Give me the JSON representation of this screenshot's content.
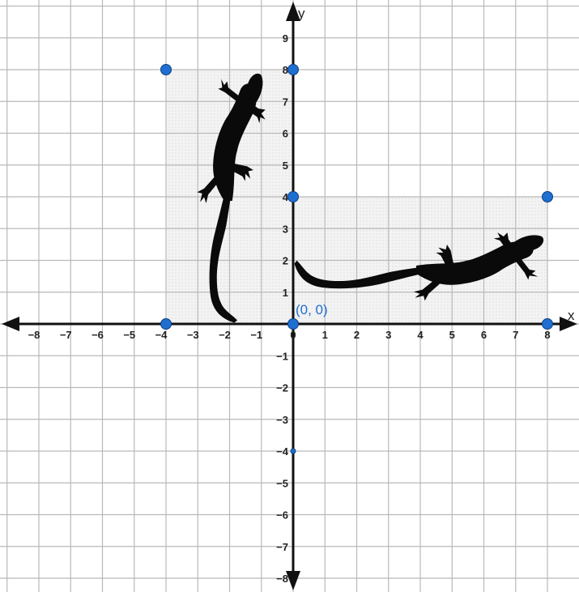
{
  "axes": {
    "x_label": "x",
    "y_label": "y",
    "x_range": [
      -8,
      8
    ],
    "y_range": [
      -8,
      9
    ],
    "x_ticks": [
      "−8",
      "−7",
      "−6",
      "−5",
      "−4",
      "−3",
      "−2",
      "−1",
      "0",
      "1",
      "2",
      "3",
      "4",
      "5",
      "6",
      "7",
      "8"
    ],
    "y_ticks_pos": [
      "1",
      "2",
      "3",
      "4",
      "5",
      "6",
      "7",
      "8",
      "9"
    ],
    "y_ticks_neg": [
      "−1",
      "−2",
      "−3",
      "−4",
      "−5",
      "−6",
      "−7",
      "−8"
    ],
    "grid": true
  },
  "origin_label": "(0, 0)",
  "colors": {
    "point": "#1f6fd1",
    "point_stroke": "#0d3f82",
    "axis": "#111111",
    "grid": "#b9b9b9",
    "shaded_region": "#e9e9e9",
    "lizard": "#0a0a0a",
    "origin_label": "#1f6fd1"
  },
  "chart_data": {
    "type": "scatter",
    "points": [
      {
        "x": -4,
        "y": 8
      },
      {
        "x": 0,
        "y": 8
      },
      {
        "x": 0,
        "y": 4
      },
      {
        "x": 8,
        "y": 4
      },
      {
        "x": -4,
        "y": 0
      },
      {
        "x": 0,
        "y": 0
      },
      {
        "x": 8,
        "y": 0
      },
      {
        "x": 0,
        "y": -4,
        "small": true
      }
    ],
    "regions": [
      {
        "x": [
          -4,
          0
        ],
        "y": [
          0,
          8
        ]
      },
      {
        "x": [
          0,
          8
        ],
        "y": [
          0,
          4
        ]
      }
    ],
    "figures": [
      {
        "icon": "lizard-icon",
        "orientation": "vertical",
        "region": 0
      },
      {
        "icon": "lizard-icon",
        "orientation": "horizontal",
        "region": 1
      }
    ]
  }
}
